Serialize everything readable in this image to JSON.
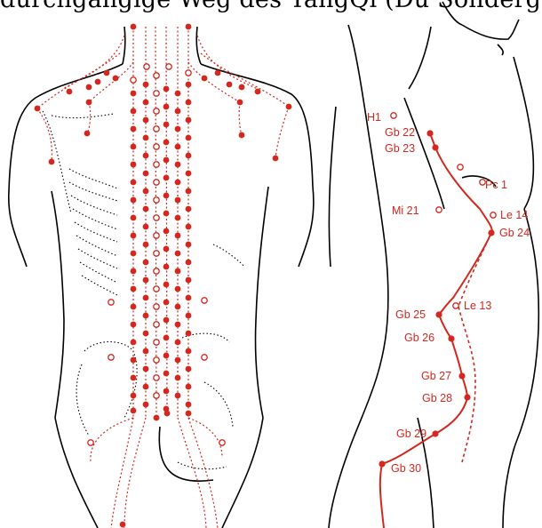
{
  "caption": "durchgängige Weg des YangQi (Du Sonderge",
  "colors": {
    "meridian": "#d4271e",
    "outline": "#000000"
  },
  "points": {
    "H1": "H1",
    "Gb22": "Gb 22",
    "Gb23": "Gb 23",
    "Pc1": "Pc 1",
    "Mi21": "Mi 21",
    "Le14": "Le 14",
    "Gb24": "Gb 24",
    "Le13": "Le 13",
    "Gb25": "Gb 25",
    "Gb26": "Gb 26",
    "Gb27": "Gb 27",
    "Gb28": "Gb 28",
    "Gb29": "Gb 29",
    "Gb30": "Gb 30"
  }
}
